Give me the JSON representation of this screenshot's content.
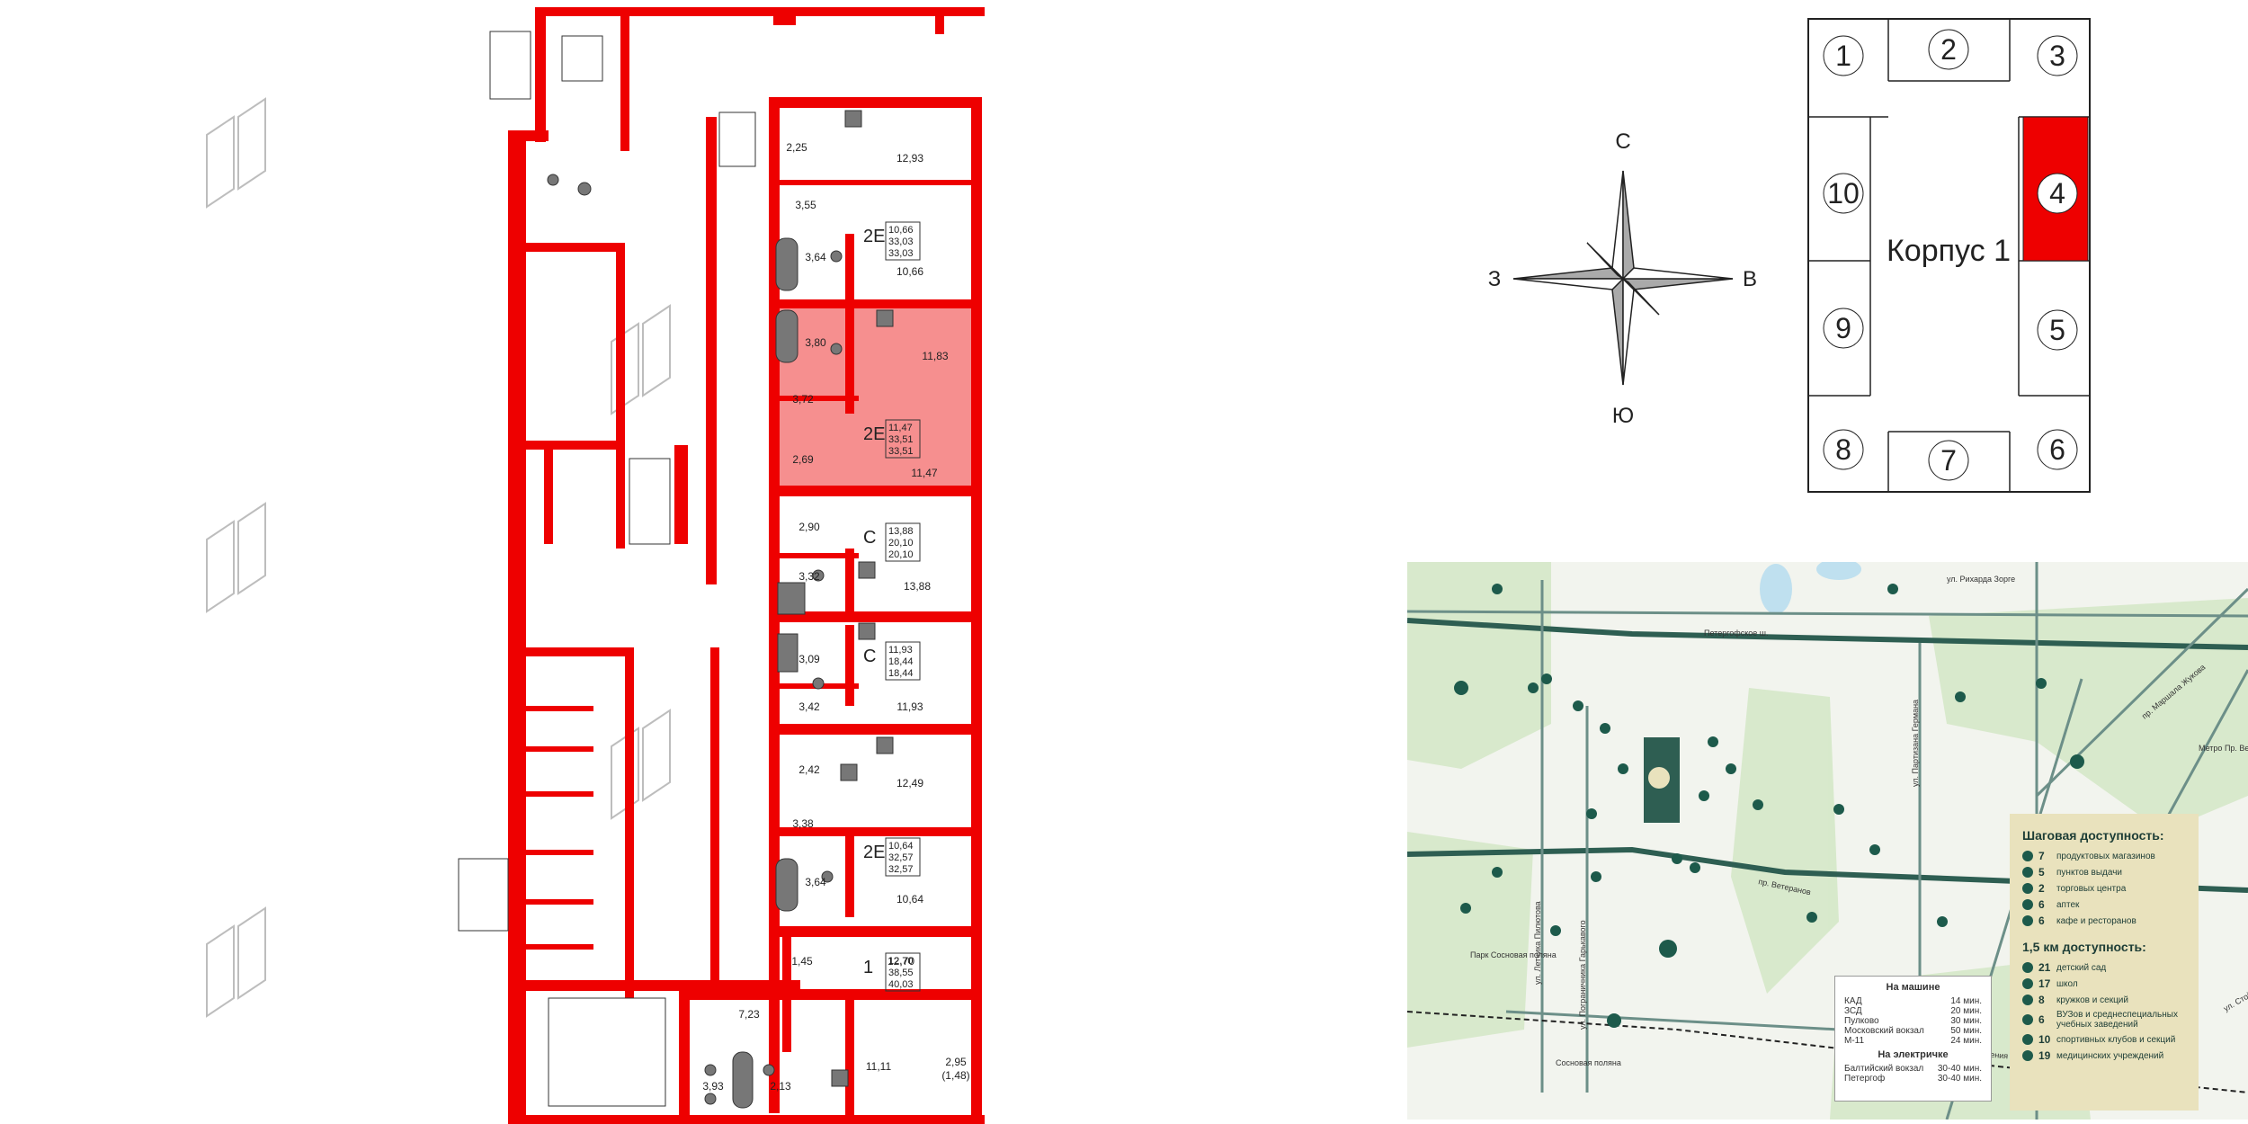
{
  "floor_plan": {
    "rooms": {
      "r12_93": "12,93",
      "r2_25": "2,25",
      "r3_55": "3,55",
      "r3_64a": "3,64",
      "r10_66": "10,66",
      "r3_80": "3,80",
      "r11_83": "11,83",
      "r3_72": "3,72",
      "r2_69": "2,69",
      "r11_47": "11,47",
      "r2_90": "2,90",
      "r3_32": "3,32",
      "r13_88": "13,88",
      "r3_09": "3,09",
      "r3_42": "3,42",
      "r11_93": "11,93",
      "r2_42": "2,42",
      "r12_49": "12,49",
      "r3_38": "3,38",
      "r3_64b": "3,64",
      "r10_64": "10,64",
      "r1_45": "1,45",
      "r12_70": "12,70",
      "r7_23": "7,23",
      "r3_93": "3,93",
      "r2_13": "2,13",
      "r11_11": "11,11",
      "r2_95": "2,95",
      "r1_48": "(1,48)"
    },
    "units": [
      {
        "type": "2Е",
        "areas": [
          "10,66",
          "33,03",
          "33,03"
        ]
      },
      {
        "type": "2Е",
        "areas": [
          "11,47",
          "33,51",
          "33,51"
        ]
      },
      {
        "type": "С",
        "areas": [
          "13,88",
          "20,10",
          "20,10"
        ]
      },
      {
        "type": "С",
        "areas": [
          "11,93",
          "18,44",
          "18,44"
        ]
      },
      {
        "type": "2Е",
        "areas": [
          "10,64",
          "32,57",
          "32,57"
        ]
      },
      {
        "type": "1",
        "areas": [
          "12,70",
          "38,55",
          "40,03"
        ]
      }
    ]
  },
  "compass": {
    "north": "С",
    "south": "Ю",
    "west": "З",
    "east": "В"
  },
  "keyplan": {
    "building": "Корпус 1",
    "sections": [
      "1",
      "2",
      "3",
      "4",
      "5",
      "6",
      "7",
      "8",
      "9",
      "10"
    ],
    "highlight_section": "4",
    "highlight_color": "#ee0000"
  },
  "map": {
    "streets": {
      "s1": "Петергофское ш.",
      "s2": "пр. Ветеранов",
      "s3": "пр. Народного Ополчения",
      "s4": "ул. Рихарда Зорге",
      "s5": "ул. Летчика Пилютова",
      "s6": "ул. Пограничника Гарькавого",
      "s7": "ул. Партизана Германа",
      "s8": "пр. Маршала Жукова",
      "s9": "ул. Стойкости",
      "s10": "Метро Пр. Ветеранов",
      "s11": "Сосновая поляна",
      "s12": "Парк Сосновая поляна"
    },
    "travel": {
      "car_title": "На машине",
      "car": [
        {
          "place": "КАД",
          "time": "14 мин."
        },
        {
          "place": "ЗСД",
          "time": "20 мин."
        },
        {
          "place": "Пулково",
          "time": "30 мин."
        },
        {
          "place": "Московский вокзал",
          "time": "50 мин."
        },
        {
          "place": "М-11",
          "time": "24 мин."
        }
      ],
      "train_title": "На электричке",
      "train": [
        {
          "place": "Балтийский вокзал",
          "time": "30-40 мин."
        },
        {
          "place": "Петергоф",
          "time": "30-40 мин."
        }
      ]
    },
    "legend": {
      "walk_title": "Шаговая доступность:",
      "walk": [
        {
          "count": "7",
          "label": "продуктовых магазинов"
        },
        {
          "count": "5",
          "label": "пунктов выдачи"
        },
        {
          "count": "2",
          "label": "торговых центра"
        },
        {
          "count": "6",
          "label": "аптек"
        },
        {
          "count": "6",
          "label": "кафе и ресторанов"
        }
      ],
      "km_title": "1,5 км доступность:",
      "km": [
        {
          "count": "21",
          "label": "детский сад"
        },
        {
          "count": "17",
          "label": "школ"
        },
        {
          "count": "8",
          "label": "кружков и секций"
        },
        {
          "count": "6",
          "label": "ВУЗов и среднеспециальных учебных заведений"
        },
        {
          "count": "10",
          "label": "спортивных клубов и секций"
        },
        {
          "count": "19",
          "label": "медицинских учреждений"
        }
      ]
    }
  },
  "colors": {
    "wall": "#ee0000",
    "selected": "#f47b7b",
    "map_green": "#2e5e52",
    "legend_bg": "#e9e2bd"
  }
}
